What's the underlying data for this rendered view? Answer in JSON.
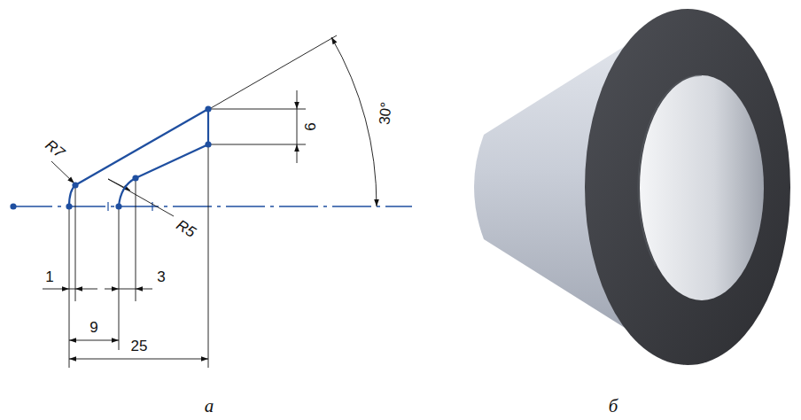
{
  "diagram": {
    "labels": [
      "R7",
      "R5",
      "1",
      "9",
      "3",
      "25",
      "6",
      "30°",
      "а",
      "б"
    ]
  }
}
